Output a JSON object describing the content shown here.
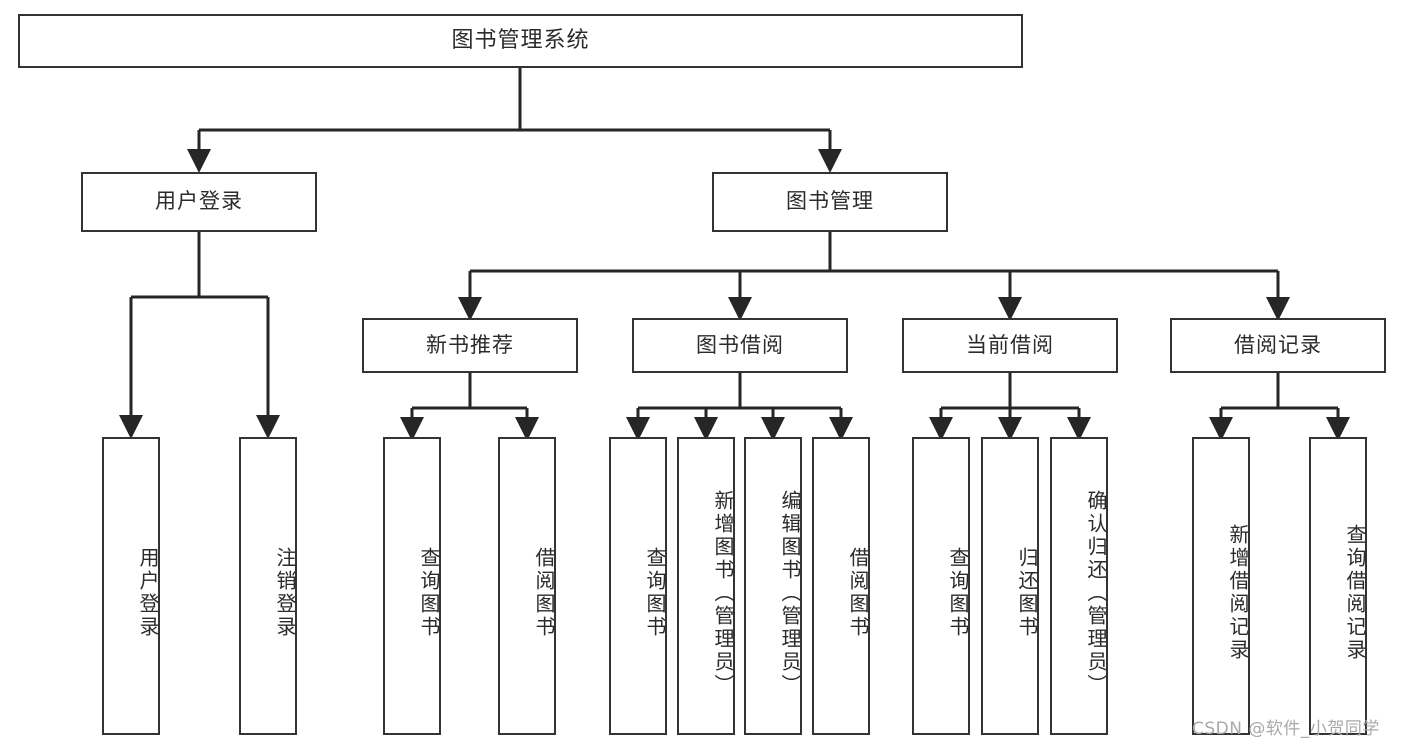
{
  "diagram": {
    "title": "图书管理系统",
    "type": "tree-hierarchy-chart",
    "root": {
      "id": "root",
      "label": "图书管理系统"
    },
    "level2": [
      {
        "id": "user-login",
        "label": "用户登录"
      },
      {
        "id": "book-manage",
        "label": "图书管理"
      }
    ],
    "level3": [
      {
        "id": "new-book-recommend",
        "label": "新书推荐",
        "parent": "book-manage"
      },
      {
        "id": "book-borrow",
        "label": "图书借阅",
        "parent": "book-manage"
      },
      {
        "id": "current-borrow",
        "label": "当前借阅",
        "parent": "book-manage"
      },
      {
        "id": "borrow-record",
        "label": "借阅记录",
        "parent": "book-manage"
      }
    ],
    "leaves": {
      "user-login": [
        {
          "id": "leaf-user-login",
          "label": "用户登录"
        },
        {
          "id": "leaf-logout",
          "label": "注销登录"
        }
      ],
      "new-book-recommend": [
        {
          "id": "leaf-query-book-1",
          "label": "查询图书"
        },
        {
          "id": "leaf-borrow-book-1",
          "label": "借阅图书"
        }
      ],
      "book-borrow": [
        {
          "id": "leaf-query-book-2",
          "label": "查询图书"
        },
        {
          "id": "leaf-add-book",
          "label": "新增图书（管理员）"
        },
        {
          "id": "leaf-edit-book",
          "label": "编辑图书（管理员）"
        },
        {
          "id": "leaf-borrow-book-2",
          "label": "借阅图书"
        }
      ],
      "current-borrow": [
        {
          "id": "leaf-query-book-3",
          "label": "查询图书"
        },
        {
          "id": "leaf-return-book",
          "label": "归还图书"
        },
        {
          "id": "leaf-confirm-return",
          "label": "确认归还（管理员）"
        }
      ],
      "borrow-record": [
        {
          "id": "leaf-add-record",
          "label": "新增借阅记录"
        },
        {
          "id": "leaf-query-record",
          "label": "查询借阅记录"
        }
      ]
    }
  },
  "watermark": {
    "text": "CSDN @软件_小贺同学"
  },
  "colors": {
    "border": "#333333",
    "text": "#2b2b2b",
    "background": "#ffffff",
    "watermark": "#a9a9a9",
    "connector": "#262626"
  }
}
